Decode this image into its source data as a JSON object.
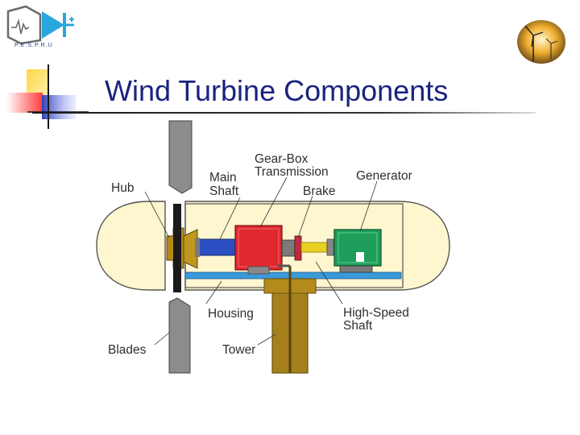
{
  "slide": {
    "title": "Wind Turbine Components",
    "logo_text": "P.E.S.P.R.U"
  },
  "diagram_labels": {
    "hub": "Hub",
    "main_shaft_1": "Main",
    "main_shaft_2": "Shaft",
    "gearbox_1": "Gear-Box",
    "gearbox_2": "Transmission",
    "generator": "Generator",
    "brake": "Brake",
    "housing": "Housing",
    "high_speed_1": "High-Speed",
    "high_speed_2": "Shaft",
    "blades": "Blades",
    "tower": "Tower"
  },
  "colors": {
    "title": "#1a237e",
    "nacelle": "#fdf6cf",
    "gearbox": "#e0282f",
    "generator": "#1e9e5a",
    "main_shaft": "#2a4fc2",
    "hub": "#b48a1c",
    "tower": "#a6801d",
    "floor": "#3a9ad9",
    "blade": "#8c8c8c"
  },
  "icons": [
    "diode-logo-icon",
    "corner-squares-decoration",
    "wind-turbine-photo-icon"
  ]
}
